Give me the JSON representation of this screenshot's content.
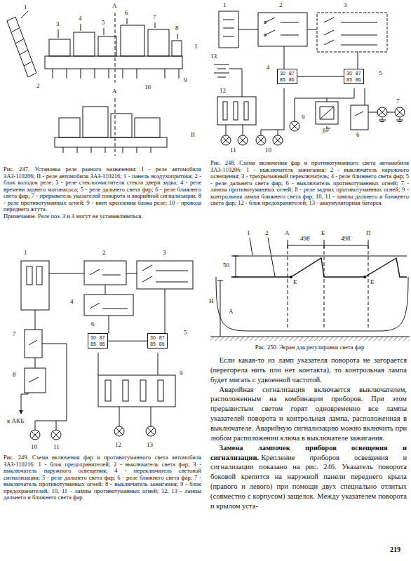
{
  "diagram": {
    "nodes": [
      {
        "text": [
          "30",
          "87",
          "85",
          "86"
        ]
      },
      {
        "text": [
          "30",
          "87",
          "85",
          "86"
        ]
      },
      {
        "text": [
          "30",
          "87",
          "85",
          "86"
        ]
      },
      {
        "text": [
          "30",
          "87",
          "85",
          "86"
        ]
      }
    ],
    "edges": [
      {
        "from": 0,
        "to": 1,
        "arrow": "none"
      },
      {
        "from": 2,
        "to": 3,
        "arrow": "none"
      }
    ],
    "labels": [
      "А",
      "1",
      "2",
      "3",
      "4",
      "5",
      "6",
      "7",
      "8",
      "9",
      "10",
      "I",
      "А",
      "II",
      "1",
      "2",
      "3",
      "13",
      "4",
      "5",
      "12",
      "9",
      "8",
      "6",
      "7",
      "11",
      "10",
      "1",
      "2",
      "А",
      "498",
      "Б",
      "498",
      "П",
      "50",
      "H",
      "Е",
      "Е",
      "А",
      "1",
      "2",
      "3",
      "4",
      "6",
      "5",
      "7",
      "8",
      "9",
      "к АКБ",
      "10",
      "11",
      "12",
      "13",
      "Рис. 247. Установка реле разного назначения: I - реле автомобиля ЗАЗ-110206; II - реле автомобиля ЗАЗ-110216; 1 - панель воздухопритока; 2 - блок колодок реле; 3 - реле стеклоочистителя стекла двери задка; 4 - реле времени заднего мотонасоса; 5 - реле дальнего света фар; 6 - реле ближнего света фар; 7 - прерыватель указателей поворота и аварийной сигнализации; 8 - реле противотуманных огней; 9 - винт крепления блока реле; 10 - провода переднего жгута.",
      "Примечание. Реле поз. 3 и 4 могут не устанавливаться.",
      "Рис. 248. Схема включения фар и противотуманного света автомобиля ЗАЗ-110206: 1 - выключатель зажигания; 2 - выключатель наружного освещения; 3 - трехрычажный переключатель; 4 - реле ближнего света фар; 5 - реле дальнего света фар; 6 - выключатель противотуманных огней; 7 - лампы противотуманных огней; 8 - реле задних противотуманных огней; 9 - контрольная лампа ближнего света фар; 10, 11 - лампы дальнего и ближнего света фар; 12 - блок предохранителей; 13 - аккумуляторная батарея.",
      "Рис. 250. Экран для регулировки света фар",
      "Рис. 249. Схема включения фар и противотуманного света автомобиля ЗАЗ-110216: 1 - блок предохранителей; 2 - выключатель света фар; 3 - выключатель наружного освещения; 4 - переключатель световой сигнализации; 5 - реле дальнего света фар; 6 - реле ближнего света фар; 7 - выключатель противотуманных огней; 8 - выключатель зажигания; 9 - блок предохранителей; 10, 11 - лампы противотуманных огней; 12, 13 - лампы дальнего и ближнего света фар.",
      "Если какая-то из ламп указателя поворота не загорается (перегорела нить или нет контакта), то контрольная лампа будет мигать с удвоенной частотой.",
      "Аварийная сигнализация включается выключателем, расположенным на комбинации приборов. При этом прерывистым светом горят одновременно все лампы указателей поворота и контрольная лампа, расположенная в выключателе. Аварийную сигнализацию можно включить при любом расположении ключа в выключателе зажигания.",
      "Замена лампочек приборов освещения и сигнализации.",
      "Крепление приборов освещения и сигнализации показано на рис. 246. Указатель поворота боковой крепится на наружной панели переднего крыла (правого и левого) при помощи двух специально отлитых (совместно с корпусом) защелок. Между указателем поворота и крылом уста-",
      "219"
    ]
  }
}
